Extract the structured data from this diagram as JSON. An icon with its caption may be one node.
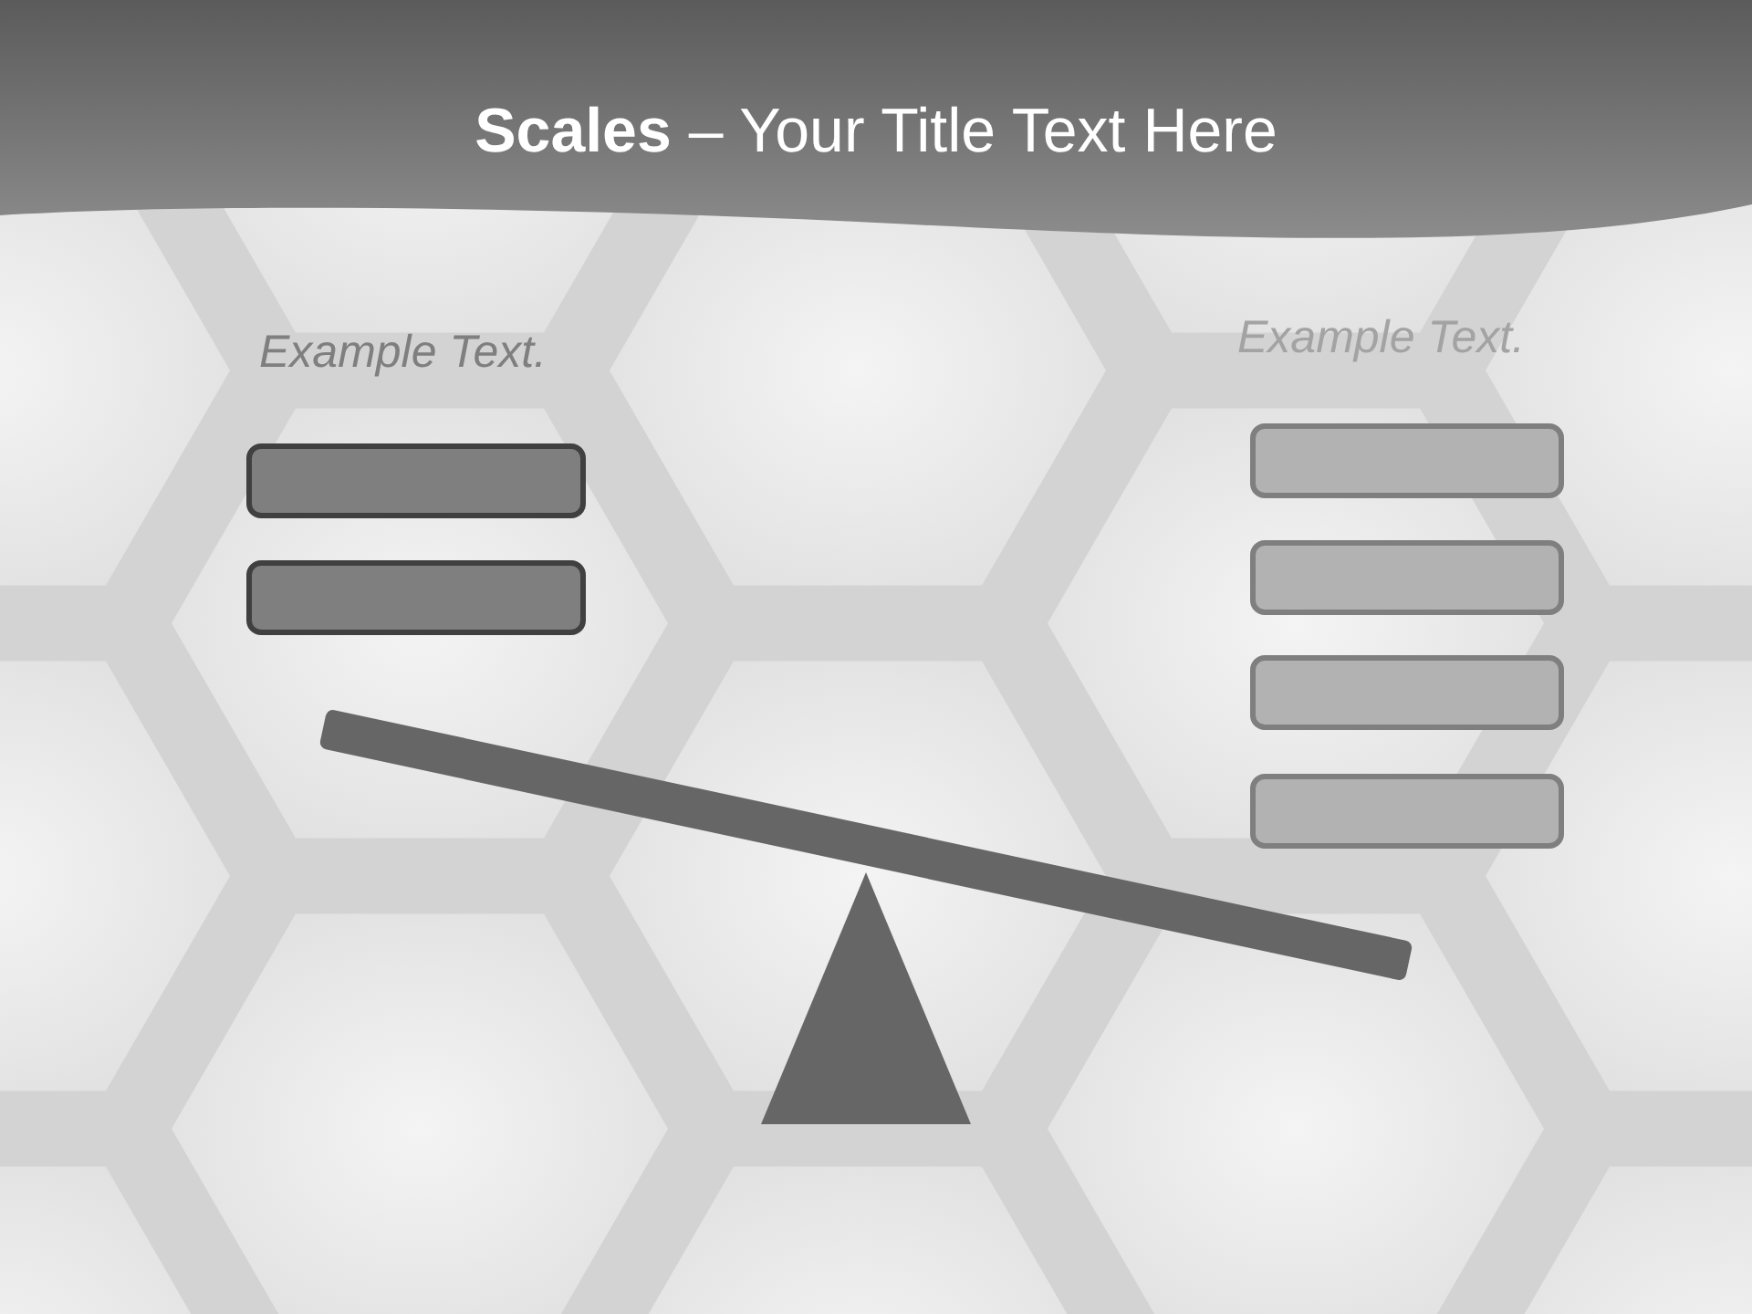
{
  "diagram": {
    "title": "**Scales** – Your Title Text Here",
    "nodes": [
      {
        "text": [],
        "shape": "box"
      },
      {
        "text": [],
        "shape": "box"
      },
      {
        "text": [],
        "shape": "box"
      },
      {
        "text": [],
        "shape": "box"
      },
      {
        "text": [],
        "shape": "box"
      },
      {
        "text": [],
        "shape": "box"
      },
      {
        "text": [],
        "shape": "bar"
      },
      {
        "text": [],
        "shape": "triangle"
      }
    ],
    "labels": [
      "Example Text.",
      "Example Text."
    ]
  }
}
